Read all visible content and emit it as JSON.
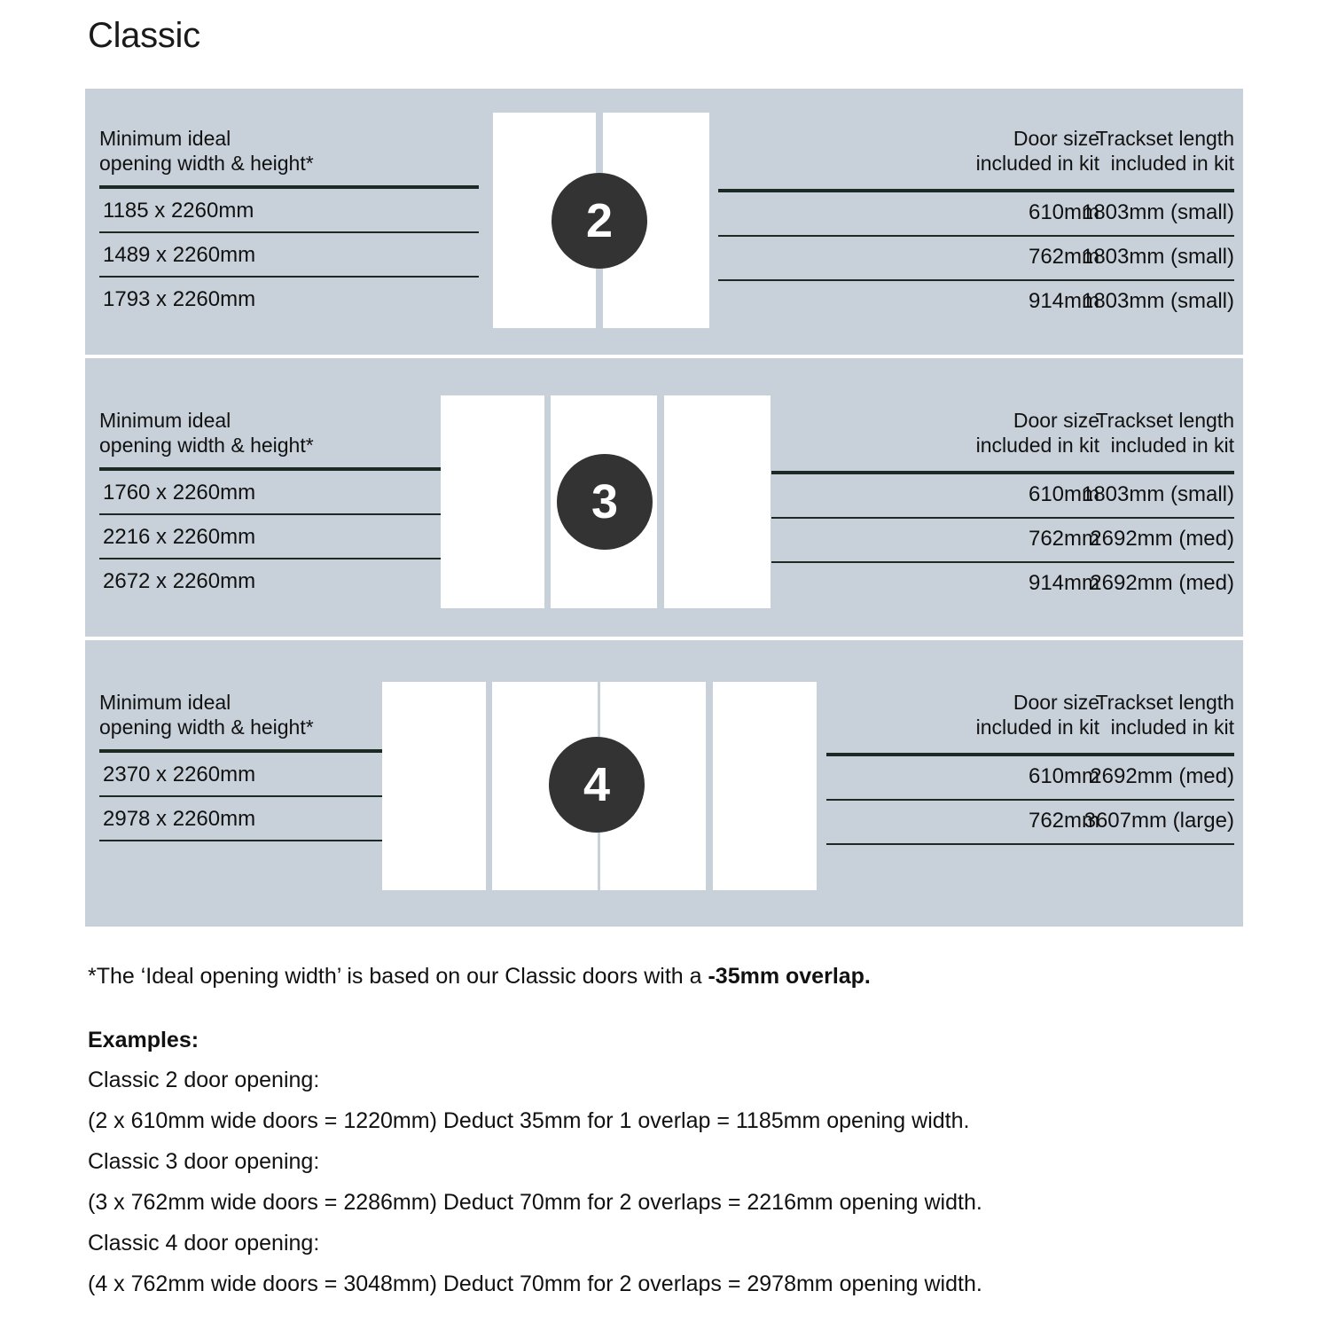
{
  "page_title": "Classic",
  "colors": {
    "panel_bg": "#c8d1da",
    "badge_bg": "#333333",
    "rule": "#1b2a23",
    "door_fill": "#ffffff",
    "text": "#111111"
  },
  "sections": [
    {
      "badge": "2",
      "door_count": 2,
      "left_header": "Minimum ideal\nopening width & height*",
      "col_headers": [
        "Door size\nincluded in kit",
        "Trackset length\nincluded in kit"
      ],
      "rows": [
        {
          "opening": "1185 x 2260mm",
          "door_size": "610mm",
          "trackset": "1803mm (small)"
        },
        {
          "opening": "1489 x 2260mm",
          "door_size": "762mm",
          "trackset": "1803mm (small)"
        },
        {
          "opening": "1793 x 2260mm",
          "door_size": "914mm",
          "trackset": "1803mm (small)"
        }
      ]
    },
    {
      "badge": "3",
      "door_count": 3,
      "left_header": "Minimum ideal\nopening width & height*",
      "col_headers": [
        "Door size\nincluded in kit",
        "Trackset length\nincluded in kit"
      ],
      "rows": [
        {
          "opening": "1760 x 2260mm",
          "door_size": "610mm",
          "trackset": "1803mm (small)"
        },
        {
          "opening": "2216 x 2260mm",
          "door_size": "762mm",
          "trackset": "2692mm (med)"
        },
        {
          "opening": "2672 x 2260mm",
          "door_size": "914mm",
          "trackset": "2692mm (med)"
        }
      ]
    },
    {
      "badge": "4",
      "door_count": 4,
      "left_header": "Minimum ideal\nopening width & height*",
      "col_headers": [
        "Door size\nincluded in kit",
        "Trackset length\nincluded in kit"
      ],
      "rows": [
        {
          "opening": "2370 x 2260mm",
          "door_size": "610mm",
          "trackset": "2692mm (med)"
        },
        {
          "opening": "2978 x 2260mm",
          "door_size": "762mm",
          "trackset": "3607mm (large)"
        }
      ]
    }
  ],
  "footnote": {
    "prefix": "*The ‘Ideal opening width’ is based on our Classic doors with a ",
    "bold": "-35mm overlap."
  },
  "examples": {
    "heading": "Examples:",
    "lines": [
      "Classic 2 door opening:",
      "(2 x 610mm wide doors = 1220mm)  Deduct 35mm for 1 overlap = 1185mm opening width.",
      "Classic 3 door opening:",
      "(3 x 762mm wide doors = 2286mm)  Deduct 70mm for 2 overlaps = 2216mm opening width.",
      "Classic 4 door opening:",
      "(4 x 762mm wide doors = 3048mm)  Deduct 70mm for 2 overlaps = 2978mm opening width."
    ]
  }
}
